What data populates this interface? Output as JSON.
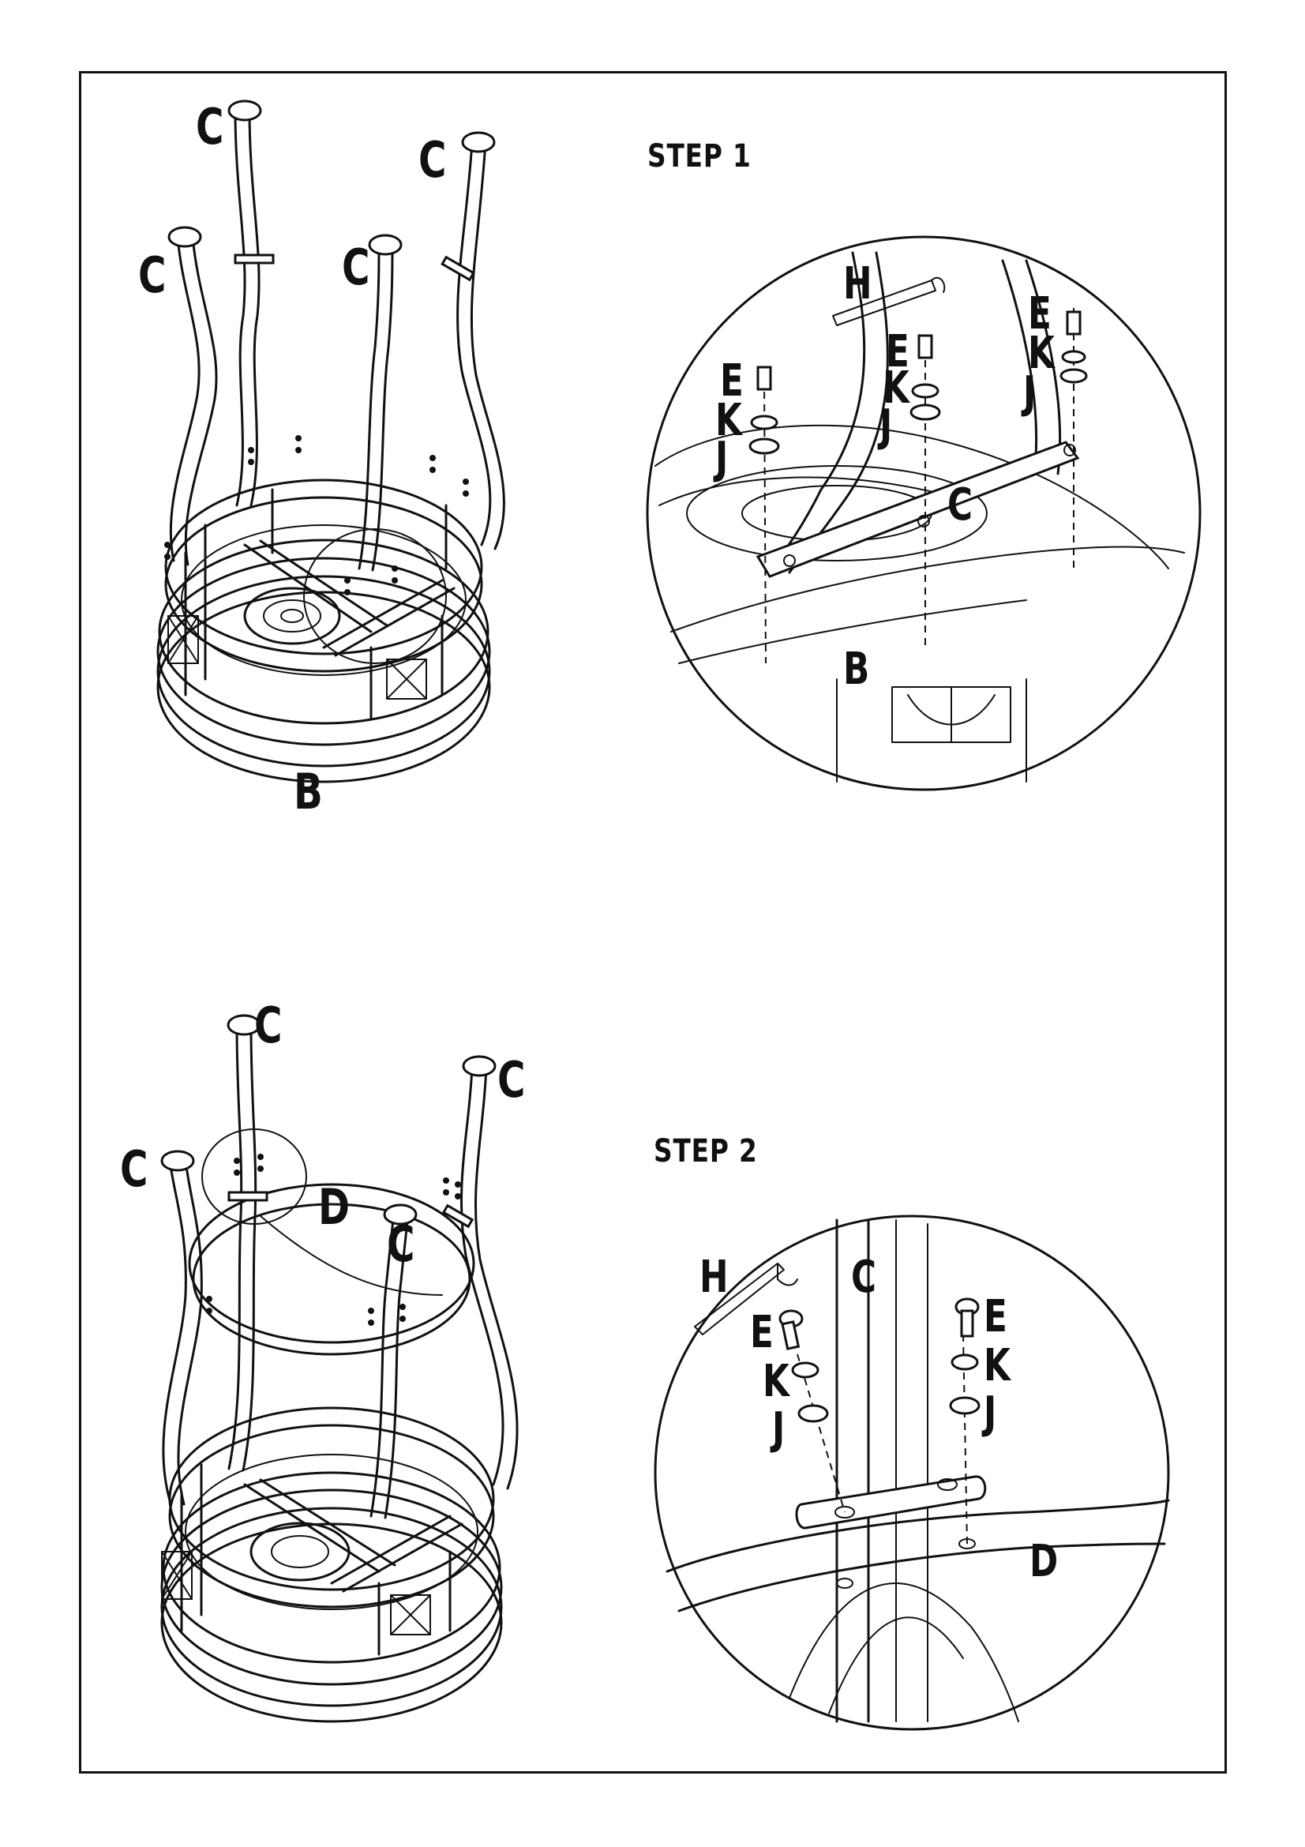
{
  "steps": [
    {
      "title": "STEP 1",
      "overview_labels": [
        "C",
        "C",
        "C",
        "C",
        "B"
      ],
      "detail_labels": [
        "H",
        "E",
        "K",
        "J",
        "E",
        "K",
        "J",
        "E",
        "K",
        "J",
        "C",
        "B"
      ]
    },
    {
      "title": "STEP 2",
      "overview_labels": [
        "C",
        "C",
        "C",
        "C",
        "D"
      ],
      "detail_labels": [
        "H",
        "C",
        "E",
        "K",
        "J",
        "E",
        "K",
        "J",
        "D"
      ]
    }
  ]
}
